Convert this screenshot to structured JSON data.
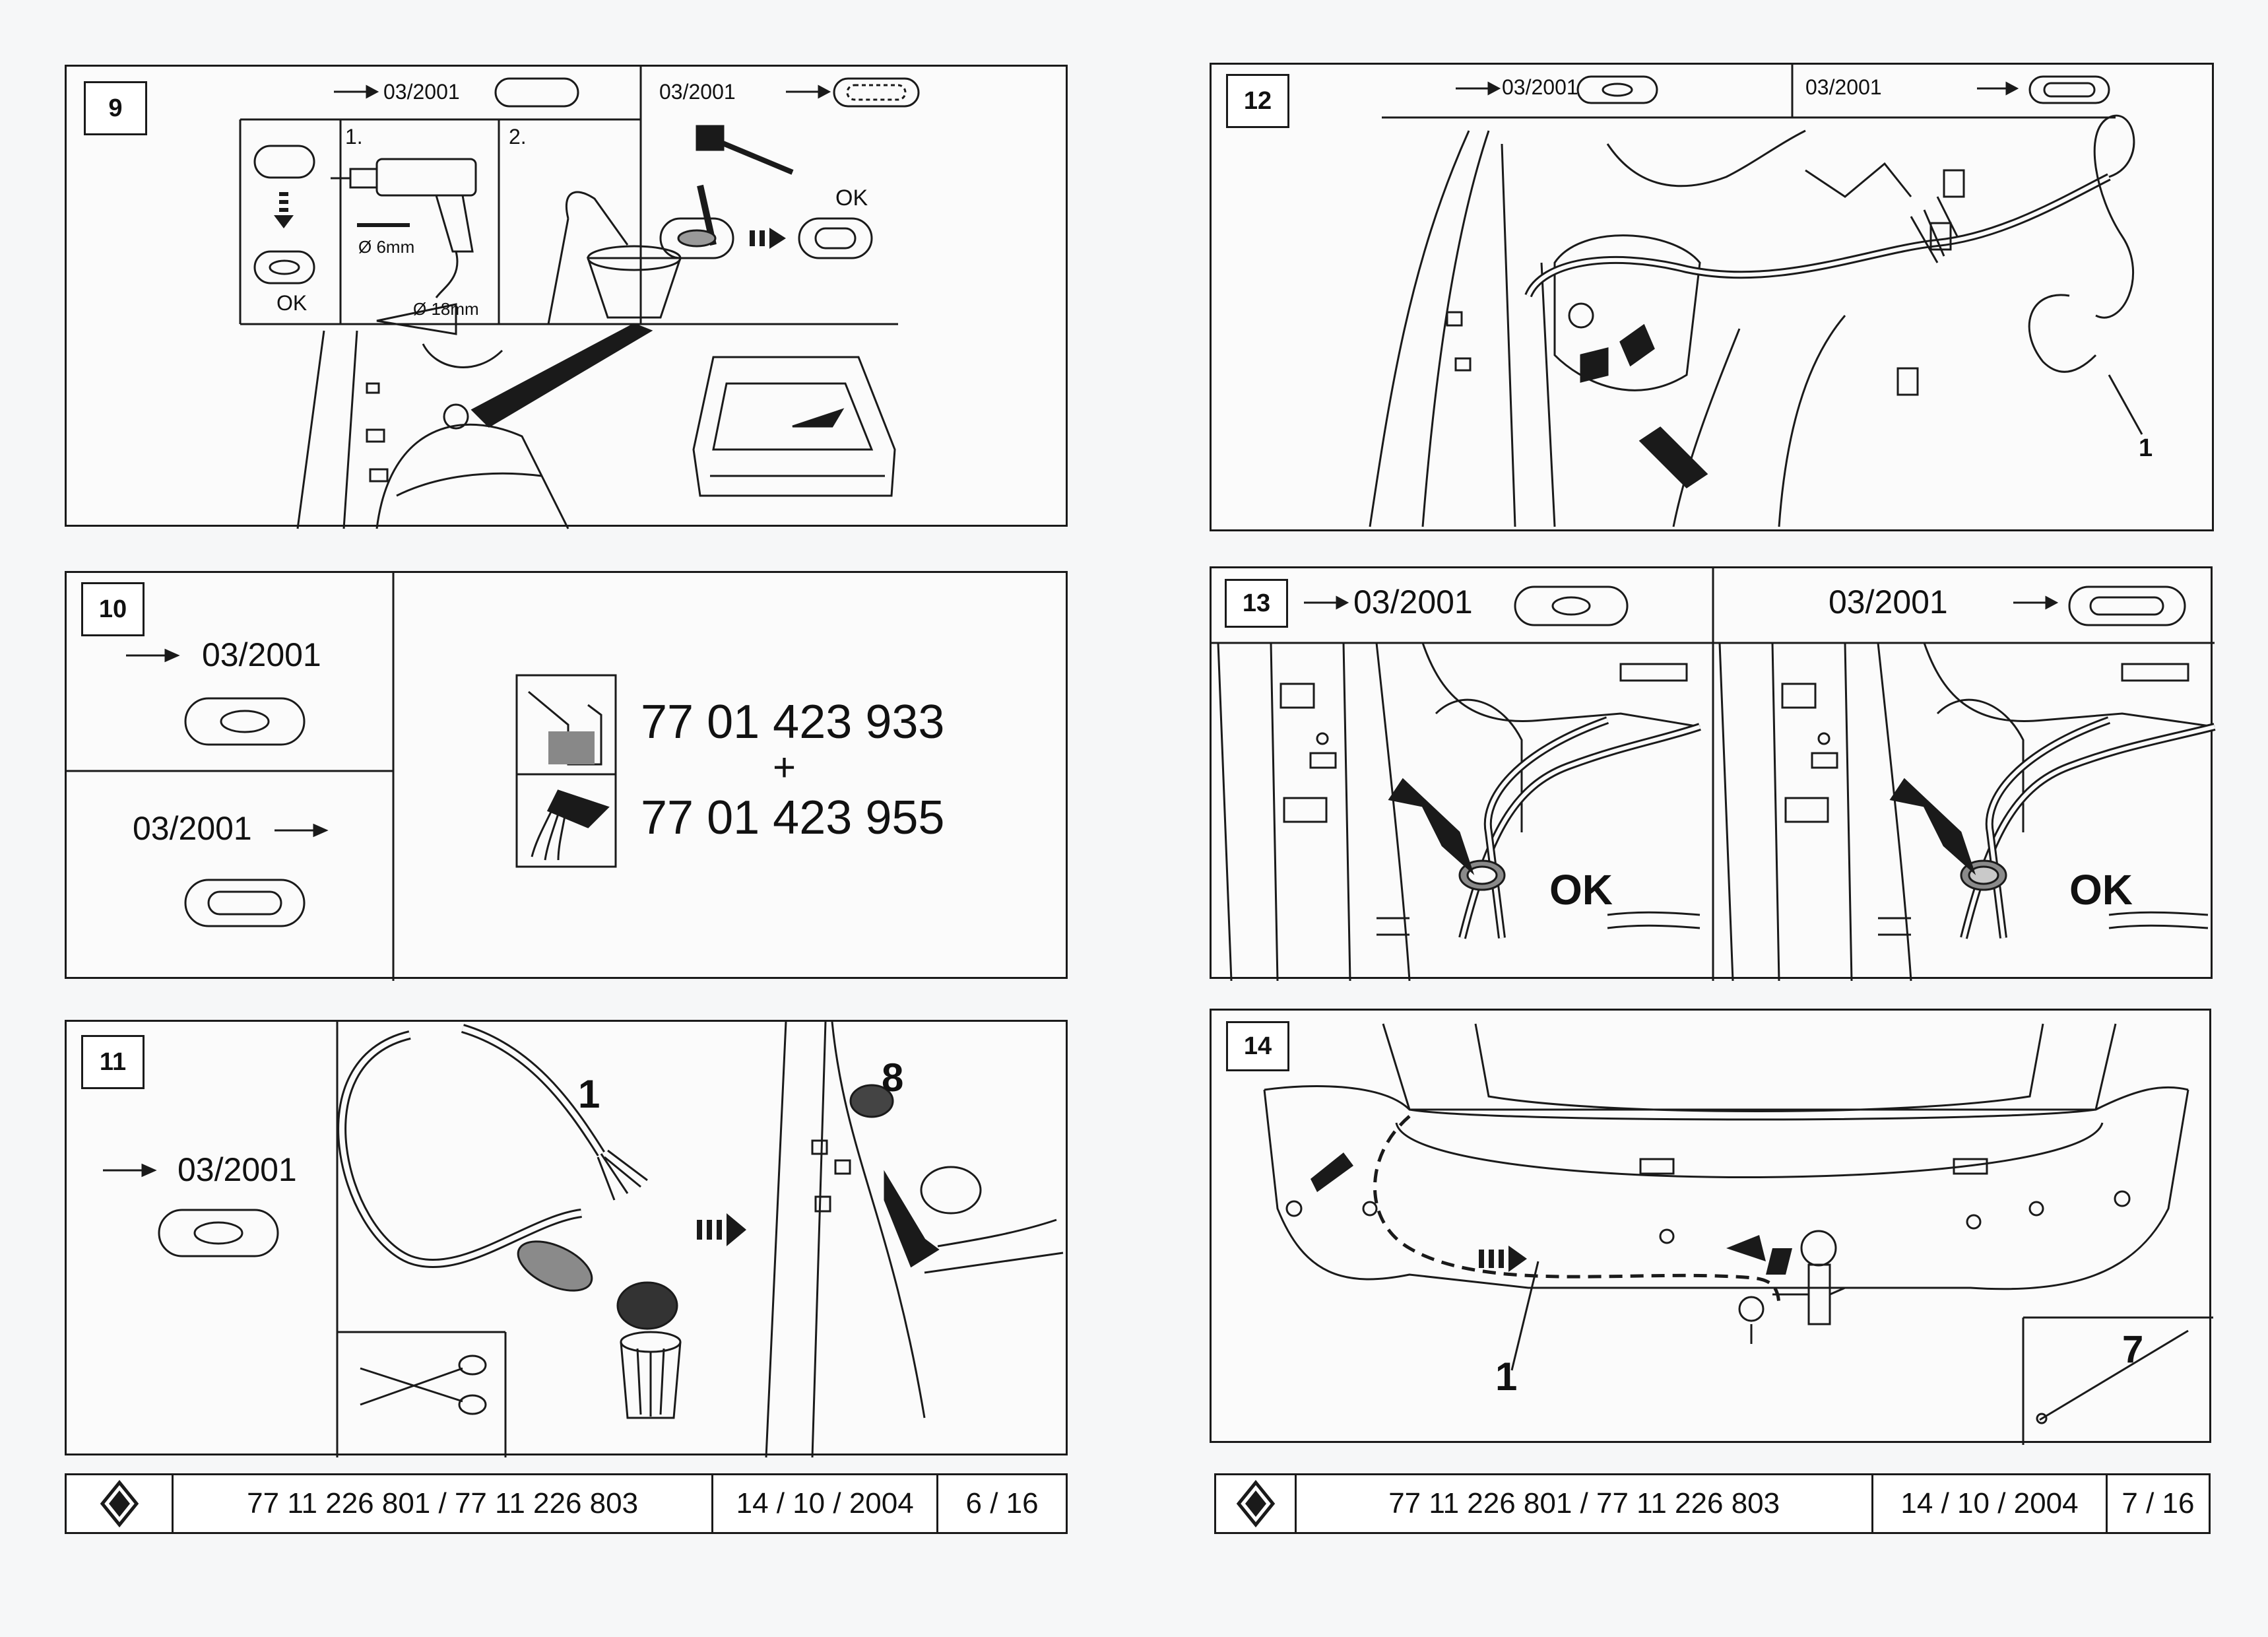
{
  "left_page": {
    "step9": {
      "number": "9",
      "label_before": "03/2001",
      "label_after": "03/2001",
      "sub1": "1.",
      "sub2": "2.",
      "ok1": "OK",
      "ok2": "OK",
      "drill_small": "Ø 6mm",
      "drill_large": "Ø 18mm"
    },
    "step10": {
      "number": "10",
      "label_before": "03/2001",
      "label_after": "03/2001",
      "part1": "77 01 423 933",
      "plus": "+",
      "part2": "77 01 423 955"
    },
    "step11": {
      "number": "11",
      "label_before": "03/2001",
      "callout_1": "1",
      "callout_8": "8"
    },
    "footer": {
      "ref": "77 11 226 801 / 77 11 226 803",
      "date": "14 / 10 / 2004",
      "page": "6 / 16"
    }
  },
  "right_page": {
    "step12": {
      "number": "12",
      "label_before": "03/2001",
      "label_after": "03/2001",
      "callout_1": "1"
    },
    "step13": {
      "number": "13",
      "label_before": "03/2001",
      "label_after": "03/2001",
      "ok1": "OK",
      "ok2": "OK"
    },
    "step14": {
      "number": "14",
      "callout_1": "1",
      "callout_7": "7"
    },
    "footer": {
      "ref": "77 11 226 801 / 77 11 226 803",
      "date": "14 / 10 / 2004",
      "page": "7 / 16"
    }
  },
  "colors": {
    "ink": "#1a1a1a",
    "paper": "#fbfbfb",
    "grommet": "#8a8a8a"
  },
  "icons": [
    "renault-logo-icon",
    "drill-icon",
    "vacuum-icon",
    "hammer-icon",
    "scissors-icon",
    "bin-icon",
    "grommet-icon",
    "arrow-right-icon"
  ]
}
